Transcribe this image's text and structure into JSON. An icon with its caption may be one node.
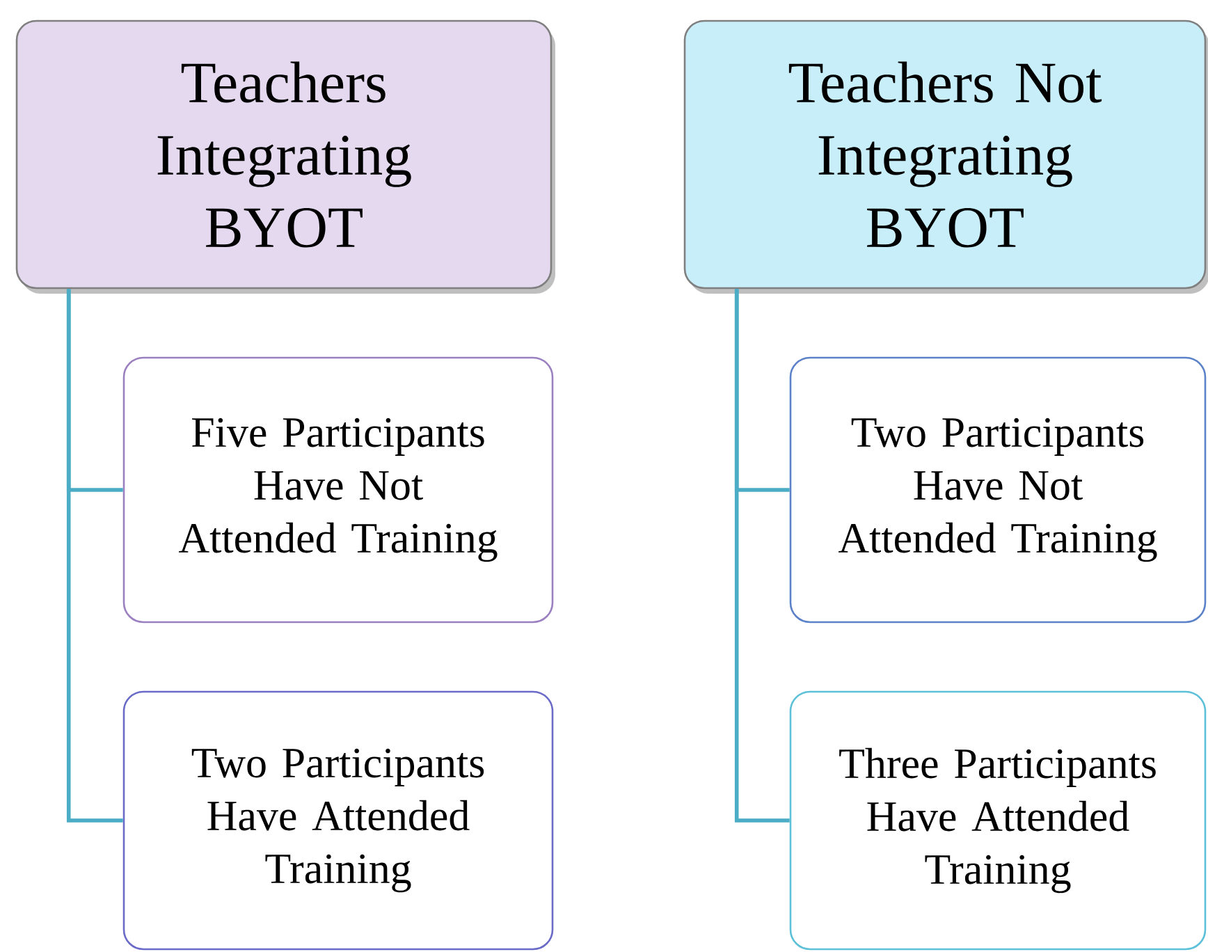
{
  "diagram": {
    "nodes": [
      {
        "text": [
          "Teachers Integrating BYOT"
        ]
      },
      {
        "text": [
          "Five Participants Have Not Attended Training"
        ]
      },
      {
        "text": [
          "Two Participants Have Attended Training"
        ]
      },
      {
        "text": [
          "Teachers Not Integrating BYOT"
        ]
      },
      {
        "text": [
          "Two Participants Have Not Attended Training"
        ]
      },
      {
        "text": [
          "Three Participants Have Attended Training"
        ]
      }
    ],
    "edges": [
      {
        "from": 0,
        "to": 1,
        "arrow": "none"
      },
      {
        "from": 0,
        "to": 2,
        "arrow": "none"
      },
      {
        "from": 3,
        "to": 4,
        "arrow": "none"
      },
      {
        "from": 3,
        "to": 5,
        "arrow": "none"
      }
    ]
  }
}
